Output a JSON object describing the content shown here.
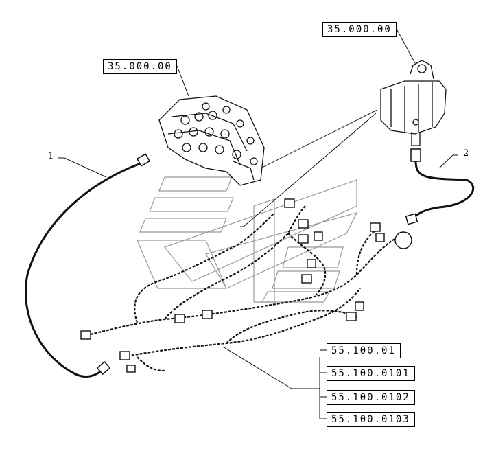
{
  "references": {
    "valve_left": "35.000.00",
    "valve_right": "35.000.00",
    "harness": [
      "55.100.01",
      "55.100.0101",
      "55.100.0102",
      "55.100.0103"
    ]
  },
  "callouts": {
    "item1": "1",
    "item2": "2"
  }
}
